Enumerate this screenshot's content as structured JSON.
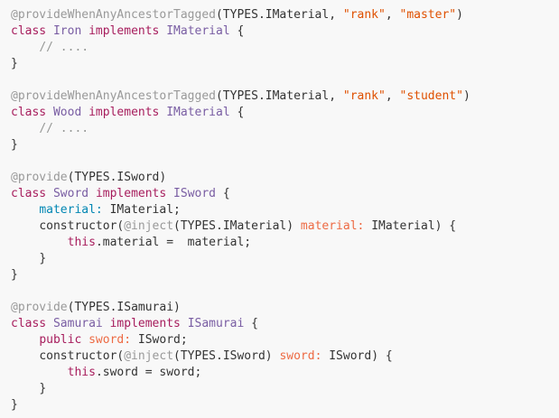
{
  "colors": {
    "background": "#f8f8f8",
    "plain": "#333333",
    "decorator": "#999999",
    "keyword": "#a71d5d",
    "class": "#795da3",
    "string": "#df5000",
    "comment": "#969896",
    "property": "#0086b3",
    "parameter": "#ed6a43"
  },
  "lines": [
    {
      "tokens": [
        {
          "t": "decorator",
          "v": "@provideWhenAnyAncestorTagged"
        },
        {
          "t": "plain",
          "v": "(TYPES.IMaterial, "
        },
        {
          "t": "string",
          "v": "\"rank\""
        },
        {
          "t": "plain",
          "v": ", "
        },
        {
          "t": "string",
          "v": "\"master\""
        },
        {
          "t": "plain",
          "v": ")"
        }
      ]
    },
    {
      "tokens": [
        {
          "t": "keyword",
          "v": "class"
        },
        {
          "t": "plain",
          "v": " "
        },
        {
          "t": "class",
          "v": "Iron"
        },
        {
          "t": "plain",
          "v": " "
        },
        {
          "t": "keyword",
          "v": "implements"
        },
        {
          "t": "plain",
          "v": " "
        },
        {
          "t": "class",
          "v": "IMaterial"
        },
        {
          "t": "plain",
          "v": " {"
        }
      ]
    },
    {
      "tokens": [
        {
          "t": "ws",
          "v": "    "
        },
        {
          "t": "comment",
          "v": "// ...."
        }
      ]
    },
    {
      "tokens": [
        {
          "t": "plain",
          "v": "}"
        }
      ]
    },
    {
      "tokens": []
    },
    {
      "tokens": [
        {
          "t": "decorator",
          "v": "@provideWhenAnyAncestorTagged"
        },
        {
          "t": "plain",
          "v": "(TYPES.IMaterial, "
        },
        {
          "t": "string",
          "v": "\"rank\""
        },
        {
          "t": "plain",
          "v": ", "
        },
        {
          "t": "string",
          "v": "\"student\""
        },
        {
          "t": "plain",
          "v": ")"
        }
      ]
    },
    {
      "tokens": [
        {
          "t": "keyword",
          "v": "class"
        },
        {
          "t": "plain",
          "v": " "
        },
        {
          "t": "class",
          "v": "Wood"
        },
        {
          "t": "plain",
          "v": " "
        },
        {
          "t": "keyword",
          "v": "implements"
        },
        {
          "t": "plain",
          "v": " "
        },
        {
          "t": "class",
          "v": "IMaterial"
        },
        {
          "t": "plain",
          "v": " {"
        }
      ]
    },
    {
      "tokens": [
        {
          "t": "ws",
          "v": "    "
        },
        {
          "t": "comment",
          "v": "// ...."
        }
      ]
    },
    {
      "tokens": [
        {
          "t": "plain",
          "v": "}"
        }
      ]
    },
    {
      "tokens": []
    },
    {
      "tokens": [
        {
          "t": "decorator",
          "v": "@provide"
        },
        {
          "t": "plain",
          "v": "(TYPES.ISword)"
        }
      ]
    },
    {
      "tokens": [
        {
          "t": "keyword",
          "v": "class"
        },
        {
          "t": "plain",
          "v": " "
        },
        {
          "t": "class",
          "v": "Sword"
        },
        {
          "t": "plain",
          "v": " "
        },
        {
          "t": "keyword",
          "v": "implements"
        },
        {
          "t": "plain",
          "v": " "
        },
        {
          "t": "class",
          "v": "ISword"
        },
        {
          "t": "plain",
          "v": " {"
        }
      ]
    },
    {
      "tokens": [
        {
          "t": "ws",
          "v": "    "
        },
        {
          "t": "prop",
          "v": "material:"
        },
        {
          "t": "plain",
          "v": " IMaterial;"
        }
      ]
    },
    {
      "tokens": [
        {
          "t": "ws",
          "v": "    "
        },
        {
          "t": "plain",
          "v": "constructor("
        },
        {
          "t": "decorator",
          "v": "@inject"
        },
        {
          "t": "plain",
          "v": "(TYPES.IMaterial) "
        },
        {
          "t": "param",
          "v": "material:"
        },
        {
          "t": "plain",
          "v": " IMaterial) {"
        }
      ]
    },
    {
      "tokens": [
        {
          "t": "ws",
          "v": "        "
        },
        {
          "t": "this",
          "v": "this"
        },
        {
          "t": "plain",
          "v": ".material =  material;"
        }
      ]
    },
    {
      "tokens": [
        {
          "t": "ws",
          "v": "    "
        },
        {
          "t": "plain",
          "v": "}"
        }
      ]
    },
    {
      "tokens": [
        {
          "t": "plain",
          "v": "}"
        }
      ]
    },
    {
      "tokens": []
    },
    {
      "tokens": [
        {
          "t": "decorator",
          "v": "@provide"
        },
        {
          "t": "plain",
          "v": "(TYPES.ISamurai)"
        }
      ]
    },
    {
      "tokens": [
        {
          "t": "keyword",
          "v": "class"
        },
        {
          "t": "plain",
          "v": " "
        },
        {
          "t": "class",
          "v": "Samurai"
        },
        {
          "t": "plain",
          "v": " "
        },
        {
          "t": "keyword",
          "v": "implements"
        },
        {
          "t": "plain",
          "v": " "
        },
        {
          "t": "class",
          "v": "ISamurai"
        },
        {
          "t": "plain",
          "v": " {"
        }
      ]
    },
    {
      "tokens": [
        {
          "t": "ws",
          "v": "    "
        },
        {
          "t": "keyword",
          "v": "public"
        },
        {
          "t": "plain",
          "v": " "
        },
        {
          "t": "param",
          "v": "sword:"
        },
        {
          "t": "plain",
          "v": " ISword;"
        }
      ]
    },
    {
      "tokens": [
        {
          "t": "ws",
          "v": "    "
        },
        {
          "t": "plain",
          "v": "constructor("
        },
        {
          "t": "decorator",
          "v": "@inject"
        },
        {
          "t": "plain",
          "v": "(TYPES.ISword) "
        },
        {
          "t": "param",
          "v": "sword:"
        },
        {
          "t": "plain",
          "v": " ISword) {"
        }
      ]
    },
    {
      "tokens": [
        {
          "t": "ws",
          "v": "        "
        },
        {
          "t": "this",
          "v": "this"
        },
        {
          "t": "plain",
          "v": ".sword = sword;"
        }
      ]
    },
    {
      "tokens": [
        {
          "t": "ws",
          "v": "    "
        },
        {
          "t": "plain",
          "v": "}"
        }
      ]
    },
    {
      "tokens": [
        {
          "t": "plain",
          "v": "}"
        }
      ]
    }
  ]
}
